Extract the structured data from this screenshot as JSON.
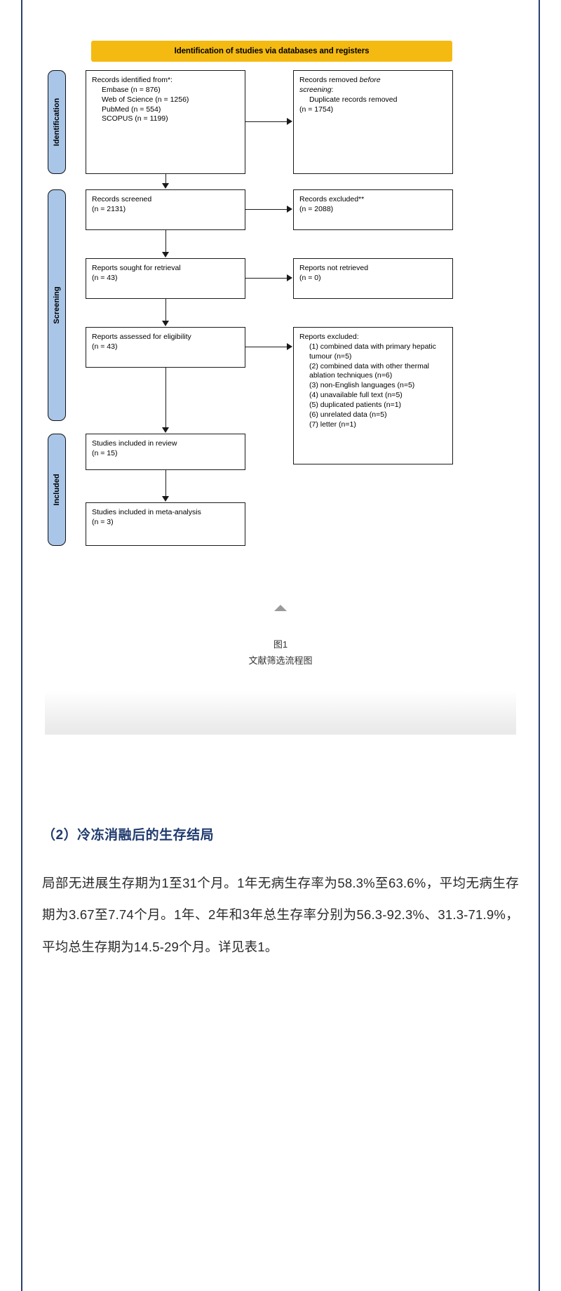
{
  "figure": {
    "banner_title": "Identification of studies via databases and registers",
    "stages": [
      {
        "key": "identification",
        "label": "Identification"
      },
      {
        "key": "screening",
        "label": "Screening"
      },
      {
        "key": "included",
        "label": "Included"
      }
    ],
    "boxes": {
      "identified": {
        "title": "Records identified from*:",
        "lines": [
          "Embase (n = 876)",
          "Web of Science (n = 1256)",
          "PubMed (n = 554)",
          "SCOPUS (n = 1199)"
        ]
      },
      "removed": {
        "title_pre": "Records removed ",
        "title_em": "before",
        "title_em2": "screening",
        "title_post": ":",
        "lines": [
          "Duplicate records removed",
          "(n = 1754)"
        ]
      },
      "screened": {
        "title": "Records screened",
        "count": "(n = 2131)"
      },
      "records_excluded": {
        "title": "Records excluded**",
        "count": "(n = 2088)"
      },
      "sought": {
        "title": "Reports sought for retrieval",
        "count": "(n = 43)"
      },
      "not_retrieved": {
        "title": "Reports not retrieved",
        "count": "(n = 0)"
      },
      "assessed": {
        "title": "Reports assessed for eligibility",
        "count": "(n = 43)"
      },
      "reports_excluded": {
        "title": "Reports excluded:",
        "items": [
          "(1) combined data with primary hepatic tumour (n=5)",
          "(2) combined data with other thermal ablation techniques (n=6)",
          "(3) non-English languages (n=5)",
          "(4) unavailable full text (n=5)",
          "(5) duplicated patients (n=1)",
          "(6) unrelated data (n=5)",
          "(7) letter (n=1)"
        ]
      },
      "included_review": {
        "title": "Studies included in review",
        "count": "(n = 15)"
      },
      "included_meta": {
        "title": "Studies included in meta-analysis",
        "count": "(n = 3)"
      }
    },
    "caption_line1": "图1",
    "caption_line2": "文献筛选流程图"
  },
  "content": {
    "heading": "（2）冷冻消融后的生存结局",
    "paragraph": "局部无进展生存期为1至31个月。1年无病生存率为58.3%至63.6%，平均无病生存期为3.67至7.74个月。1年、2年和3年总生存率分别为56.3-92.3%、31.3-71.9%，平均总生存期为14.5-29个月。详见表1。"
  },
  "colors": {
    "banner": "#f5ba12",
    "stage_chip": "#a9c6e8",
    "rule": "#2a3f6b",
    "heading": "#1f3a6e"
  }
}
